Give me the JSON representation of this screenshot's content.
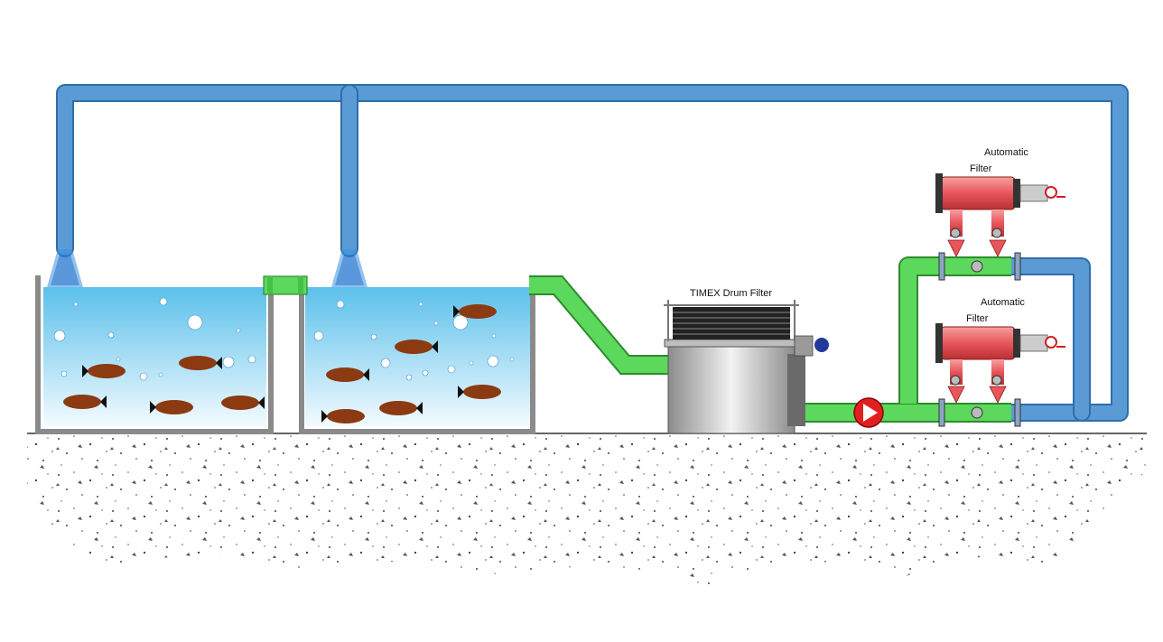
{
  "labels": {
    "drum_filter": "TIMEX Drum Filter",
    "auto_filter_top_line1": "Automatic",
    "auto_filter_top_line2": "Filter",
    "auto_filter_bottom_line1": "Automatic",
    "auto_filter_bottom_line2": "Filter"
  },
  "colors": {
    "return_pipe": "#5b9bd5",
    "outlet_pipe": "#5cd85c",
    "water_top": "#5bc0eb",
    "water_bottom": "#ffffff",
    "fish": "#8b3a12",
    "filter_body": "#e8555a",
    "pump": "#e02020",
    "tank_wall": "#8a8a8a"
  },
  "icons": {
    "pump": "pump-arrow-icon",
    "fish": "fish-icon",
    "motor": "motor-icon"
  }
}
